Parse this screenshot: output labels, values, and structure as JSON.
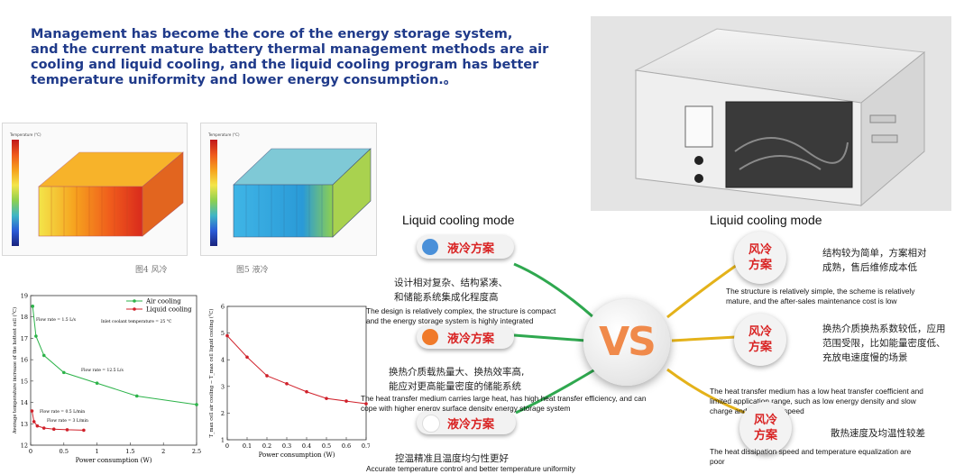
{
  "headline": {
    "line1": "Management has become the core of the energy storage system,",
    "line2": "and the current mature battery thermal management methods are air",
    "line3": "cooling and liquid cooling, and the liquid cooling program has better",
    "line4": "temperature uniformity and lower energy consumption.。"
  },
  "sim_figures": {
    "left_caption": "图4 风冷",
    "right_caption": "图5 液冷",
    "legend_title": "Temperature (°C)",
    "colors": [
      "#c0181b",
      "#f6a21e",
      "#f3e54a",
      "#8ed04f",
      "#3fb5c6",
      "#2a5bd7"
    ]
  },
  "left_headers": {
    "liquid_mode_title": "Liquid cooling mode"
  },
  "right_headers": {
    "liquid_mode_title": "Liquid cooling mode"
  },
  "liquid_items": [
    {
      "label": "液冷方案",
      "dot_color": "#4a90d9",
      "cn_lines": [
        "设计相对复杂、结构紧凑、",
        "和储能系统集成化程度高"
      ],
      "en_lines": [
        "The design is relatively complex, the structure is compact",
        "and the energy storage system is highly integrated"
      ]
    },
    {
      "label": "液冷方案",
      "dot_color": "#f07a2a",
      "cn_lines": [
        "换热介质载热量大、换热效率高,",
        "能应对更高能量密度的储能系统"
      ],
      "en_lines": [
        "The heat transfer medium carries large heat, has high heat transfer efficiency, and can",
        "cope with higher energy surface density energy storage system"
      ]
    },
    {
      "label": "液冷方案",
      "dot_color": "#ffffff",
      "cn_lines": [
        "控温精准且温度均匀性更好"
      ],
      "en_lines": [
        "Accurate temperature control and better temperature uniformity"
      ]
    }
  ],
  "vs_label": "VS",
  "air_items": [
    {
      "label_l1": "风冷",
      "label_l2": "方案",
      "cn_lines": [
        "结构较为简单，方案相对",
        "成熟，售后维修成本低"
      ],
      "en_lines": [
        "The structure is relatively simple, the scheme is relatively",
        "mature, and the after-sales maintenance cost is low"
      ]
    },
    {
      "label_l1": "风冷",
      "label_l2": "方案",
      "cn_lines": [
        "换热介质换热系数较低，应用",
        "范围受限，比如能量密度低、",
        "充放电速度慢的场景"
      ],
      "en_lines": [
        "The heat transfer medium has a low heat transfer coefficient and",
        "limited application range, such as low energy density and slow",
        "charge and discharge speed"
      ]
    },
    {
      "label_l1": "风冷",
      "label_l2": "方案",
      "cn_lines": [
        "散热速度及均温性较差"
      ],
      "en_lines": [
        "The heat dissipation speed and temperature equalization are",
        "poor"
      ]
    }
  ],
  "chart_data": [
    {
      "type": "line",
      "xlabel": "Power consumption (W)",
      "ylabel": "Average temperature increase of the hottest cell (°C)",
      "xlim": [
        0,
        2.5
      ],
      "ylim": [
        12,
        19
      ],
      "xticks": [
        "0",
        "0.5",
        "1",
        "1.5",
        "2",
        "2.5"
      ],
      "yticks": [
        "12",
        "13",
        "14",
        "15",
        "16",
        "17",
        "18",
        "19"
      ],
      "legend": [
        "Air cooling",
        "Liquid cooling"
      ],
      "legend_position": "top-right",
      "note": "Inlet coolant temperature = 25 °C",
      "series": [
        {
          "name": "Air cooling",
          "color": "#2db34a",
          "x": [
            0.03,
            0.08,
            0.2,
            0.5,
            1.0,
            1.6,
            2.5
          ],
          "y": [
            18.5,
            17.1,
            16.2,
            15.4,
            14.9,
            14.3,
            13.9
          ]
        },
        {
          "name": "Liquid cooling",
          "color": "#d0202a",
          "x": [
            0.02,
            0.05,
            0.1,
            0.2,
            0.35,
            0.55,
            0.8
          ],
          "y": [
            13.6,
            13.1,
            12.9,
            12.8,
            12.75,
            12.72,
            12.7
          ]
        }
      ],
      "annotations": [
        "Flow rate = 1.5 L/s",
        "Flow rate = 12.5 L/s",
        "Flow rate = 0.5 L/min",
        "Flow rate = 3 L/min"
      ]
    },
    {
      "type": "line",
      "xlabel": "Power consumption (W)",
      "ylabel": "T_max cell air cooling − T_max cell liquid cooling (°C)",
      "xlim": [
        0,
        0.7
      ],
      "ylim": [
        1,
        6
      ],
      "xticks": [
        "0",
        "0.1",
        "0.2",
        "0.3",
        "0.4",
        "0.5",
        "0.6",
        "0.7"
      ],
      "yticks": [
        "1",
        "2",
        "3",
        "4",
        "5",
        "6"
      ],
      "series": [
        {
          "name": "",
          "color": "#d0202a",
          "x": [
            0,
            0.1,
            0.2,
            0.3,
            0.4,
            0.5,
            0.6,
            0.7
          ],
          "y": [
            4.9,
            4.1,
            3.4,
            3.1,
            2.8,
            2.55,
            2.45,
            2.35
          ]
        }
      ]
    }
  ]
}
